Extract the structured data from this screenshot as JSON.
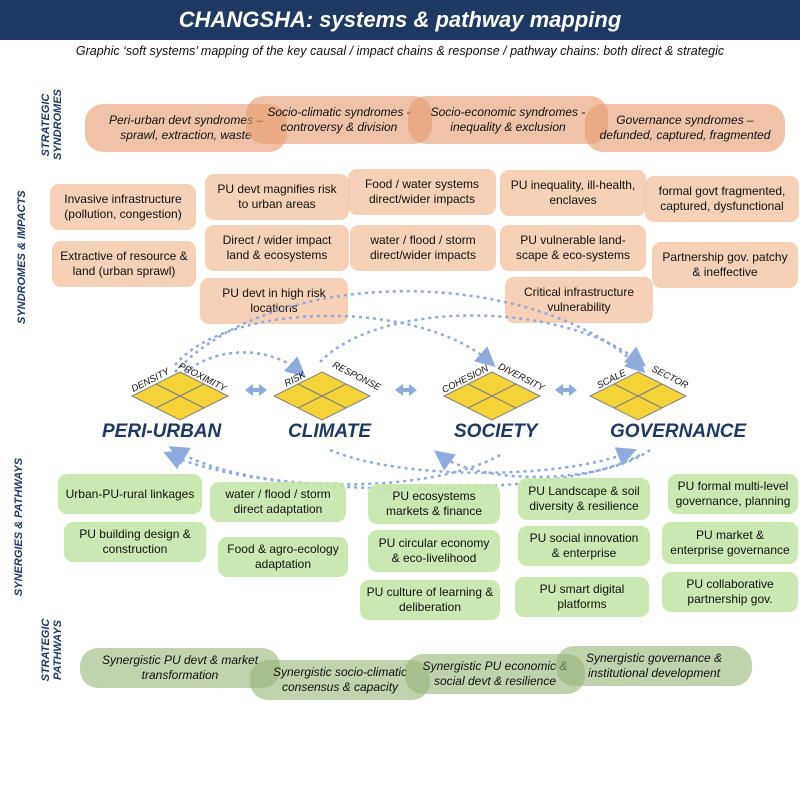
{
  "title": "CHANGSHA: systems & pathway mapping",
  "subtitle": "Graphic ‘soft systems’ mapping of the key causal / impact chains & response / pathway chains: both direct & strategic",
  "side_labels": {
    "strategic_syndromes": [
      "STRATEGIC",
      "SYNDROMES"
    ],
    "syndromes_impacts": "SYNDROMES & IMPACTS",
    "synergies_pathways": "SYNERGIES & PATHWAYS",
    "strategic_pathways": [
      "STRATEGIC",
      "PATHWAYS"
    ]
  },
  "strategic_syndromes": [
    "Peri-urban devt syndromes – sprawl, extraction, waste",
    "Socio-climatic syndromes - controversy & division",
    "Socio-economic syndromes - inequality & exclusion",
    "Governance syndromes – defunded, captured, fragmented"
  ],
  "impacts": {
    "peri_urban": [
      "Invasive infrastructure (pollution, congestion)",
      "Extractive of resource & land (urban sprawl)"
    ],
    "climate": [
      "PU devt magnifies risk to urban areas",
      "Direct / wider impact land & ecosystems",
      "PU devt in high risk locations"
    ],
    "society": [
      "Food / water systems direct/wider impacts",
      "water / flood / storm direct/wider impacts"
    ],
    "society_gov": [
      "PU inequality, ill-health, enclaves",
      "PU vulnerable land-scape & eco-systems",
      "Critical infrastructure vulnerability"
    ],
    "governance": [
      "formal govt fragmented, captured, dysfunctional",
      "Partnership gov. patchy & ineffective"
    ]
  },
  "nodes": [
    {
      "label": "PERI-URBAN",
      "tags": [
        "DENSITY",
        "PROXIMITY"
      ]
    },
    {
      "label": "CLIMATE",
      "tags": [
        "RISK",
        "RESPONSE"
      ]
    },
    {
      "label": "SOCIETY",
      "tags": [
        "COHESION",
        "DIVERSITY"
      ]
    },
    {
      "label": "GOVERNANCE",
      "tags": [
        "SCALE",
        "SECTOR"
      ]
    }
  ],
  "pathways": {
    "peri_urban": [
      "Urban-PU-rural linkages",
      "PU building design & construction"
    ],
    "climate": [
      "water / flood / storm direct adaptation",
      "Food &  agro-ecology adaptation"
    ],
    "society": [
      "PU ecosystems markets & finance",
      "PU circular economy & eco-livelihood",
      "PU culture of learning & deliberation"
    ],
    "society_gov": [
      "PU Landscape & soil diversity & resilience",
      "PU social innovation & enterprise",
      "PU smart digital platforms"
    ],
    "governance": [
      "PU formal multi-level governance, planning",
      "PU market & enterprise governance",
      "PU collaborative partnership gov."
    ]
  },
  "strategic_pathways": [
    "Synergistic PU devt & market transformation",
    "Synergistic socio-climatic consensus & capacity",
    "Synergistic PU economic & social devt & resilience",
    "Synergistic governance & institutional development"
  ],
  "colors": {
    "title_bar": "#1f3864",
    "diamond_fill": "#f5d338",
    "arrow": "#8faadc"
  }
}
